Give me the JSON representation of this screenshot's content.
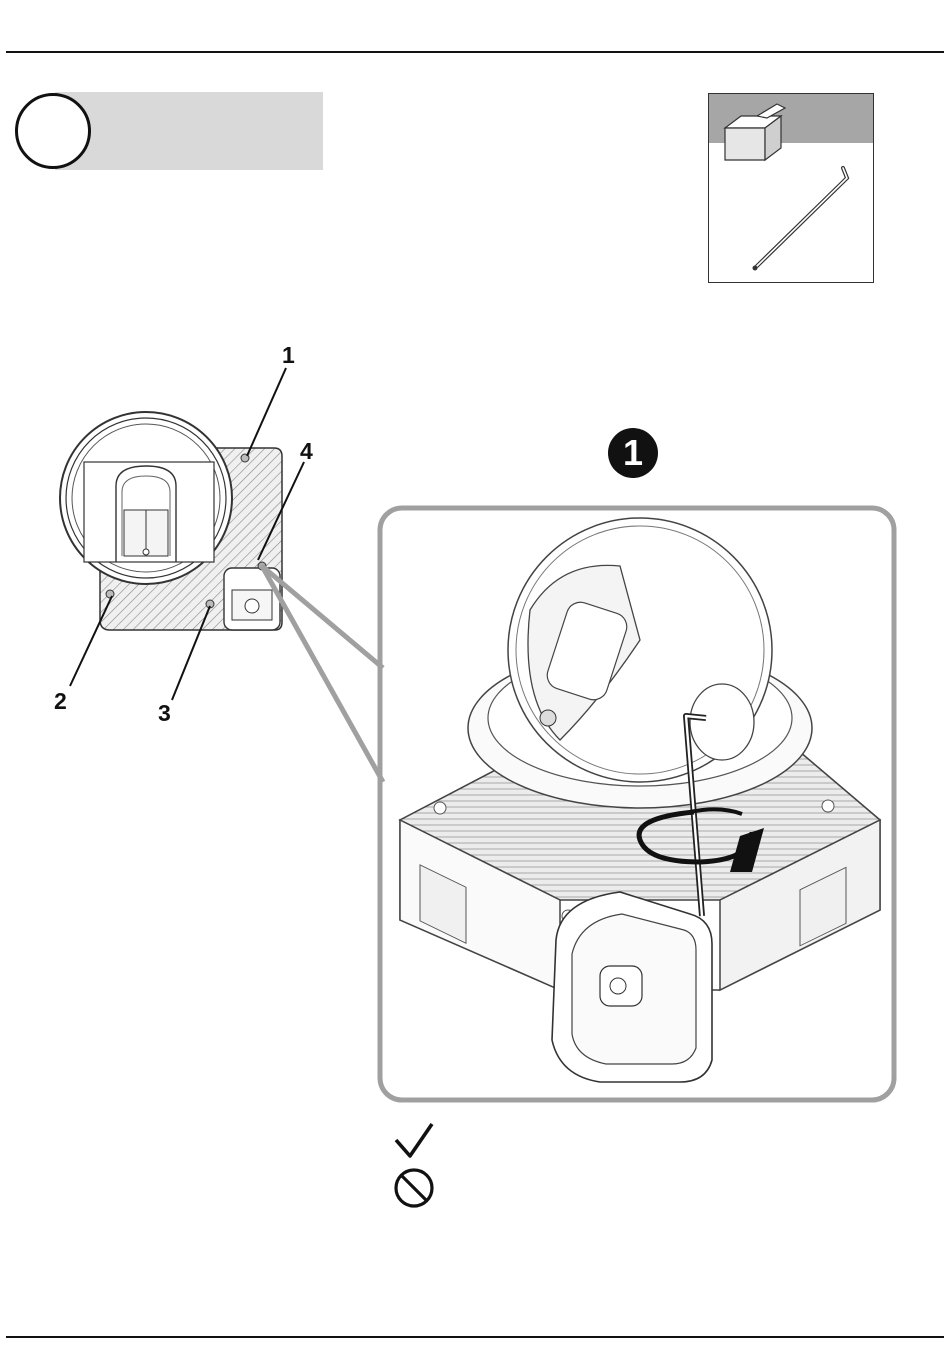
{
  "callouts": {
    "c1": "1",
    "c2": "2",
    "c3": "3",
    "c4": "4"
  },
  "step_badge": "1",
  "icons": {
    "step_circle": "empty-step-circle",
    "tool": "allen-key-in-box-icon",
    "ok": "checkmark-icon",
    "prohibited": "prohibited-icon",
    "rotate": "rotate-arrow-icon"
  },
  "colors": {
    "banner_grey": "#d9d9d9",
    "tool_header_grey": "#a6a6a6",
    "rule": "#111111",
    "zoom_frame": "#a0a0a0"
  }
}
